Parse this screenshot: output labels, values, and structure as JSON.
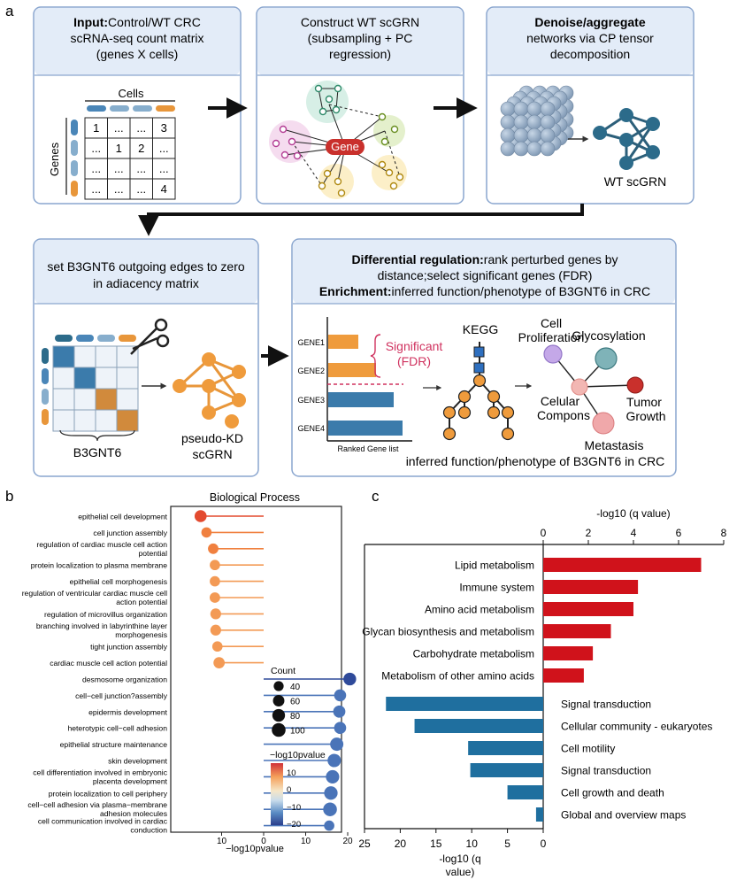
{
  "panels": {
    "a": "a",
    "b": "b",
    "c": "c"
  },
  "colors": {
    "box_fill": "#e3ecf8",
    "box_stroke": "#8aa6cf",
    "blue": "#1f6f9f",
    "orange": "#e8963a",
    "red": "#d0121b",
    "pink": "#d0325f",
    "lightblue": "#6b97c4"
  },
  "row1": {
    "box1": {
      "bold": "Input:",
      "line1": "Control/WT CRC",
      "line2": "scRNA-seq count matrix",
      "line3": "(genes X cells)"
    },
    "box2": {
      "line1": "Construct WT scGRN",
      "line2": "(subsampling + PC",
      "line3": "regression)"
    },
    "box3": {
      "bold": "Denoise/aggregate",
      "line2": "networks via CP tensor",
      "line3": "decomposition"
    },
    "cells_label": "Cells",
    "genes_label": "Genes",
    "matrix": [
      [
        "1",
        "...",
        "...",
        "3"
      ],
      [
        "...",
        "1",
        "2",
        "..."
      ],
      [
        "...",
        "...",
        "...",
        "..."
      ],
      [
        "...",
        "...",
        "...",
        "4"
      ]
    ],
    "gene_node": "Gene",
    "wt_label": "WT scGRN"
  },
  "row2": {
    "box4": {
      "line1": "set B3GNT6 outgoing edges to zero",
      "line2": "in adiacency matrix"
    },
    "box5": {
      "bold1": "Differential regulation:",
      "rest1": "rank perturbed genes by",
      "line2": "distance;select significant genes (FDR)",
      "bold3": "Enrichment:",
      "rest3": "inferred function/phenotype of  B3GNT6 in CRC"
    },
    "b3gnt6_label": "B3GNT6",
    "pseudo_label1": "pseudo-KD",
    "pseudo_label2": "scGRN",
    "genes": [
      "GENE1",
      "GENE2",
      "GENE3",
      "GENE4"
    ],
    "significant1": "Significant",
    "significant2": "(FDR)",
    "ranked_label": "Ranked Gene list",
    "kegg": "KEGG",
    "phenotypes": {
      "cell1": "Cell",
      "cell2": "Proliferation",
      "glyco": "Glycosylation",
      "celular1": "Celular",
      "celular2": "Compons",
      "tumor1": "Tumor",
      "tumor2": "Growth",
      "metastasis": "Metastasis"
    },
    "footer": "inferred function/phenotype of  B3GNT6 in CRC"
  },
  "panel_b": {
    "legend_count_title": "Count",
    "legend_color_title": "−log10pvalue",
    "colorbar_ticks": [
      "10",
      "0",
      "−10",
      "−20"
    ]
  },
  "panel_c": {
    "xticks_top": [
      "0",
      "2",
      "4",
      "6",
      "8"
    ],
    "xticks_bottom": [
      "25",
      "20",
      "15",
      "10",
      "5",
      "0"
    ]
  },
  "chart_data": [
    {
      "type": "lollipop",
      "title": "Biological Process",
      "xlabel": "−log10pvalue",
      "xticks": [
        "20",
        "10",
        "0",
        "10"
      ],
      "xlim": [
        -22,
        16
      ],
      "legend": {
        "count_sizes": [
          40,
          60,
          80,
          100
        ],
        "color_range": [
          -20,
          15
        ]
      },
      "terms": [
        {
          "label": [
            "epithelial cell development"
          ],
          "value": 15.0,
          "count": 60
        },
        {
          "label": [
            "cell junction assembly"
          ],
          "value": 13.6,
          "count": 38
        },
        {
          "label": [
            "regulation of cardiac muscle cell action",
            "potential"
          ],
          "value": 12.0,
          "count": 40
        },
        {
          "label": [
            "protein localization to plasma membrane"
          ],
          "value": 11.6,
          "count": 38
        },
        {
          "label": [
            "epithelial cell morphogenesis"
          ],
          "value": 11.6,
          "count": 38
        },
        {
          "label": [
            "regulation of ventricular cardiac muscle cell",
            "action potential"
          ],
          "value": 11.6,
          "count": 40
        },
        {
          "label": [
            "regulation of microvillus organization"
          ],
          "value": 11.4,
          "count": 44
        },
        {
          "label": [
            "branching involved in labyrinthine layer",
            "morphogenesis"
          ],
          "value": 11.4,
          "count": 44
        },
        {
          "label": [
            "tight junction assembly"
          ],
          "value": 11.0,
          "count": 38
        },
        {
          "label": [
            "cardiac muscle cell action potential"
          ],
          "value": 10.6,
          "count": 50
        },
        {
          "label": [
            "desmosome organization"
          ],
          "value": -20.5,
          "count": 70
        },
        {
          "label": [
            "cell−cell junction?assembly"
          ],
          "value": -18.2,
          "count": 60
        },
        {
          "label": [
            "epidermis development"
          ],
          "value": -18.0,
          "count": 62
        },
        {
          "label": [
            "heterotypic cell−cell adhesion"
          ],
          "value": -18.2,
          "count": 60
        },
        {
          "label": [
            "epithelial structure maintenance"
          ],
          "value": -17.4,
          "count": 78
        },
        {
          "label": [
            "skin development"
          ],
          "value": -16.8,
          "count": 80
        },
        {
          "label": [
            "cell differentiation involved in embryonic",
            "placenta development"
          ],
          "value": -16.4,
          "count": 80
        },
        {
          "label": [
            "protein localization to cell periphery"
          ],
          "value": -16.0,
          "count": 82
        },
        {
          "label": [
            "cell−cell adhesion via plasma−membrane",
            "adhesion molecules"
          ],
          "value": -15.8,
          "count": 86
        },
        {
          "label": [
            "cell communication involved in cardiac",
            "conduction"
          ],
          "value": -15.6,
          "count": 38
        }
      ]
    },
    {
      "type": "bar",
      "xlabel_top": "-log10 (q value)",
      "xlabel_bottom": [
        "-log10 (q",
        "value)"
      ],
      "xlim_top": [
        0,
        8
      ],
      "xlim_bottom": [
        25,
        0
      ],
      "up": [
        {
          "label": "Lipid metabolism",
          "value": 7.0
        },
        {
          "label": "Immune system",
          "value": 4.2
        },
        {
          "label": "Amino acid metabolism",
          "value": 4.0
        },
        {
          "label": "Glycan biosynthesis and metabolism",
          "value": 3.0
        },
        {
          "label": "Carbohydrate metabolism",
          "value": 2.2
        },
        {
          "label": "Metabolism of other amino acids",
          "value": 1.8
        }
      ],
      "down": [
        {
          "label": "Signal transduction",
          "value": 22.0
        },
        {
          "label": "Cellular community - eukaryotes",
          "value": 18.0
        },
        {
          "label": "Cell motility",
          "value": 10.5
        },
        {
          "label": "Signal transduction",
          "value": 10.2
        },
        {
          "label": "Cell growth and death",
          "value": 5.0
        },
        {
          "label": "Global and overview maps",
          "value": 1.0
        }
      ]
    }
  ]
}
